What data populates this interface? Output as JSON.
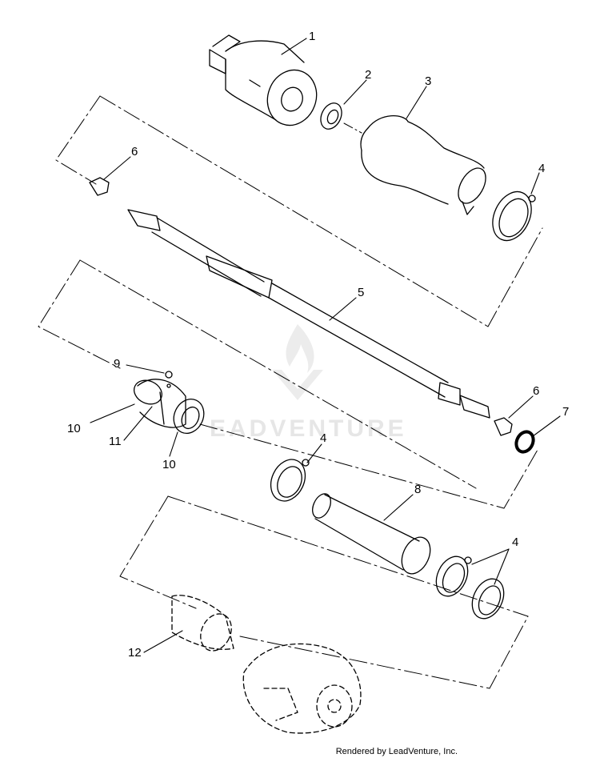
{
  "watermark": {
    "text": "LEADVENTURE",
    "visible_text": "EADVENTURE"
  },
  "footer": {
    "rendered_by": "Rendered by LeadVenture, Inc."
  },
  "callouts": [
    {
      "id": "c1",
      "label": "1"
    },
    {
      "id": "c2",
      "label": "2"
    },
    {
      "id": "c3",
      "label": "3"
    },
    {
      "id": "c4a",
      "label": "4"
    },
    {
      "id": "c4b",
      "label": "4"
    },
    {
      "id": "c4c",
      "label": "4"
    },
    {
      "id": "c5",
      "label": "5"
    },
    {
      "id": "c6a",
      "label": "6"
    },
    {
      "id": "c6b",
      "label": "6"
    },
    {
      "id": "c7",
      "label": "7"
    },
    {
      "id": "c8",
      "label": "8"
    },
    {
      "id": "c9",
      "label": "9"
    },
    {
      "id": "c10a",
      "label": "10"
    },
    {
      "id": "c10b",
      "label": "10"
    },
    {
      "id": "c11",
      "label": "11"
    },
    {
      "id": "c12",
      "label": "12"
    }
  ]
}
